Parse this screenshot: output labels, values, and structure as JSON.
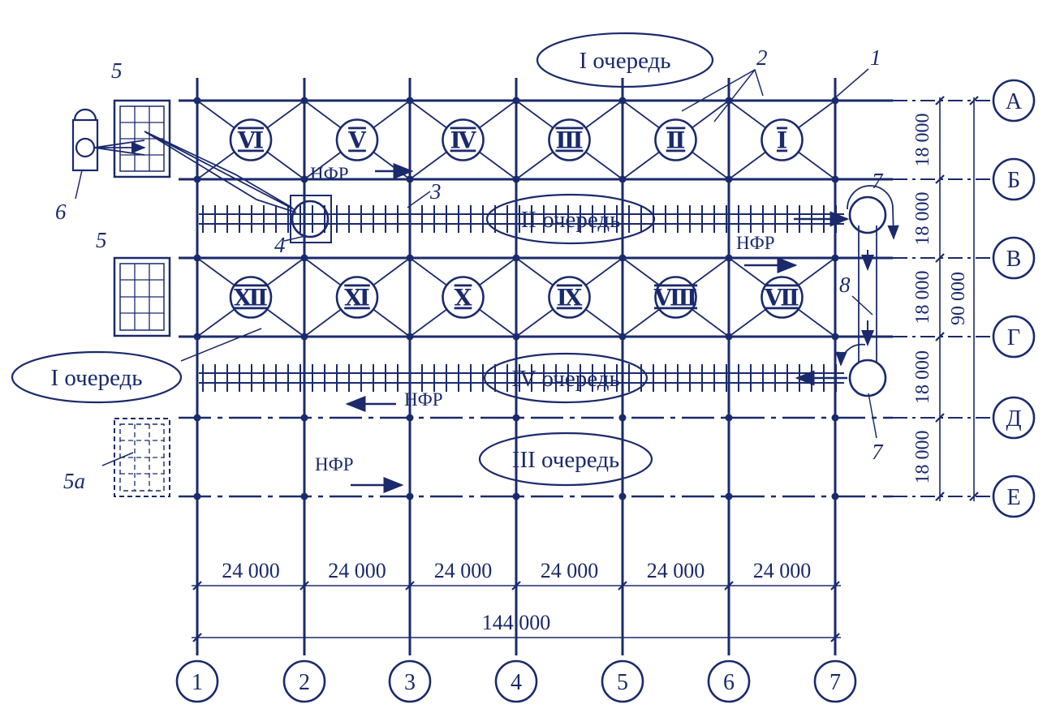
{
  "colors": {
    "ink": "#1a2a6c",
    "paper": "#ffffff"
  },
  "axes": {
    "columns": [
      "1",
      "2",
      "3",
      "4",
      "5",
      "6",
      "7"
    ],
    "rows": [
      "А",
      "Б",
      "В",
      "Г",
      "Д",
      "Е"
    ]
  },
  "dimensions": {
    "bay": "24 000",
    "total_length": "144 000",
    "span": "18 000",
    "total_width": "90 000"
  },
  "queues": {
    "q1_top": "I очередь",
    "q2": "II очередь",
    "q1_left": "I очередь",
    "q4": "IV очередь",
    "q3": "III очередь"
  },
  "cells_top": [
    "Ⅵ",
    "Ⅴ",
    "Ⅳ",
    "Ⅲ",
    "Ⅱ",
    "Ⅰ"
  ],
  "cells_bottom": [
    "Ⅻ",
    "Ⅺ",
    "Ⅹ",
    "Ⅸ",
    "Ⅷ",
    "Ⅶ"
  ],
  "nfr": "НФР",
  "callouts": {
    "n1": "1",
    "n2": "2",
    "n3": "3",
    "n4": "4",
    "n5": "5",
    "n5a": "5а",
    "n6": "6",
    "n7": "7",
    "n8": "8"
  }
}
